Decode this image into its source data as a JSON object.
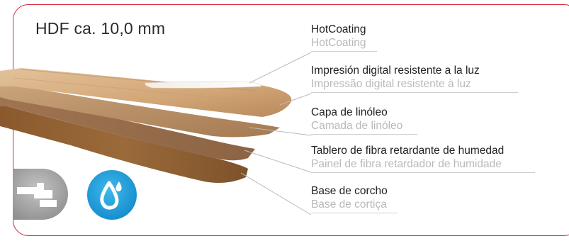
{
  "product": {
    "thickness_label": "HDF ca. 10,0 mm"
  },
  "layers": [
    {
      "es": "HotCoating",
      "pt": "HotCoating"
    },
    {
      "es": "Impresión digital resistente a la luz",
      "pt": "Impressão digital resistente à luz"
    },
    {
      "es": "Capa de linóleo",
      "pt": "Camada de linóleo"
    },
    {
      "es": "Tablero de fibra retardante de humedad",
      "pt": "Painel de fibra retardador de humidade"
    },
    {
      "es": "Base de corcho",
      "pt": "Base de cortiça"
    }
  ],
  "icons": {
    "click_joint": "click-joint-icon",
    "water_drop": "water-drop-icon"
  },
  "colors": {
    "frame": "#d8283a",
    "water_badge": "#1aa0dc",
    "joint_badge": "#9a9a9a"
  }
}
